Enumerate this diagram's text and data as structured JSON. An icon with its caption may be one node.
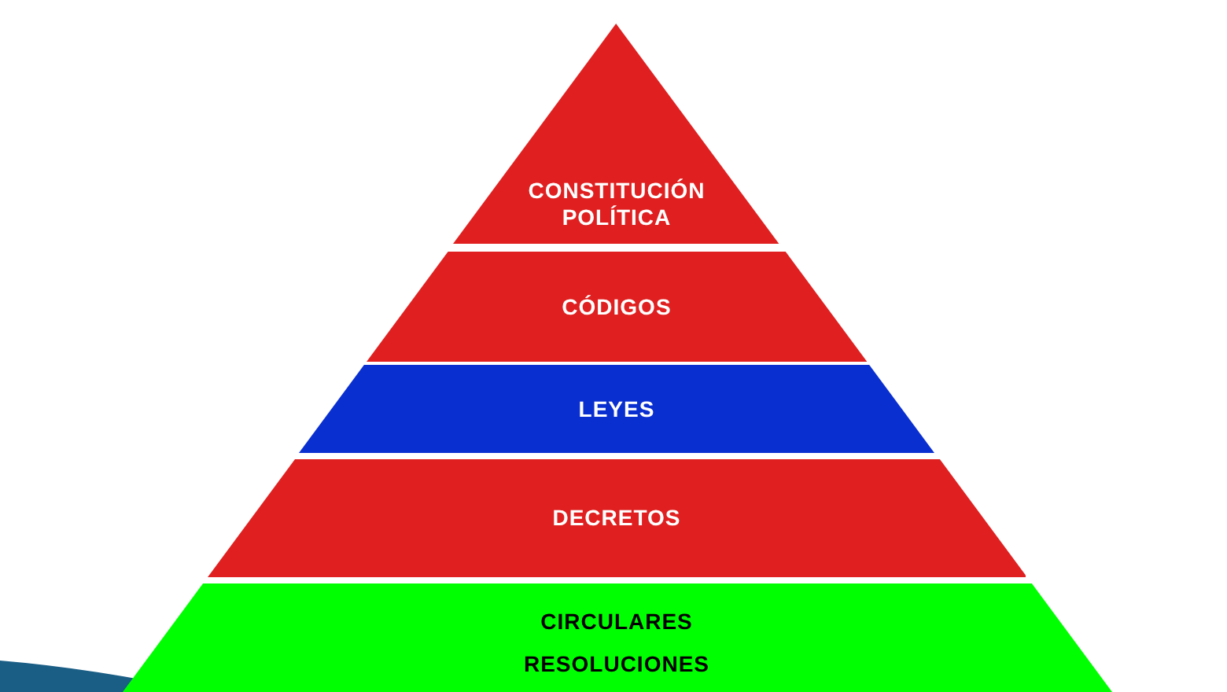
{
  "diagram": {
    "nodes": [
      {
        "text": [
          "CONSTITUCIÓN POLÍTICA"
        ]
      },
      {
        "text": [
          "CÓDIGOS"
        ]
      },
      {
        "text": [
          "LEYES"
        ]
      },
      {
        "text": [
          "DECRETOS"
        ]
      },
      {
        "text": [
          "CIRCULARES",
          "RESOLUCIONES"
        ]
      }
    ],
    "edges": []
  }
}
